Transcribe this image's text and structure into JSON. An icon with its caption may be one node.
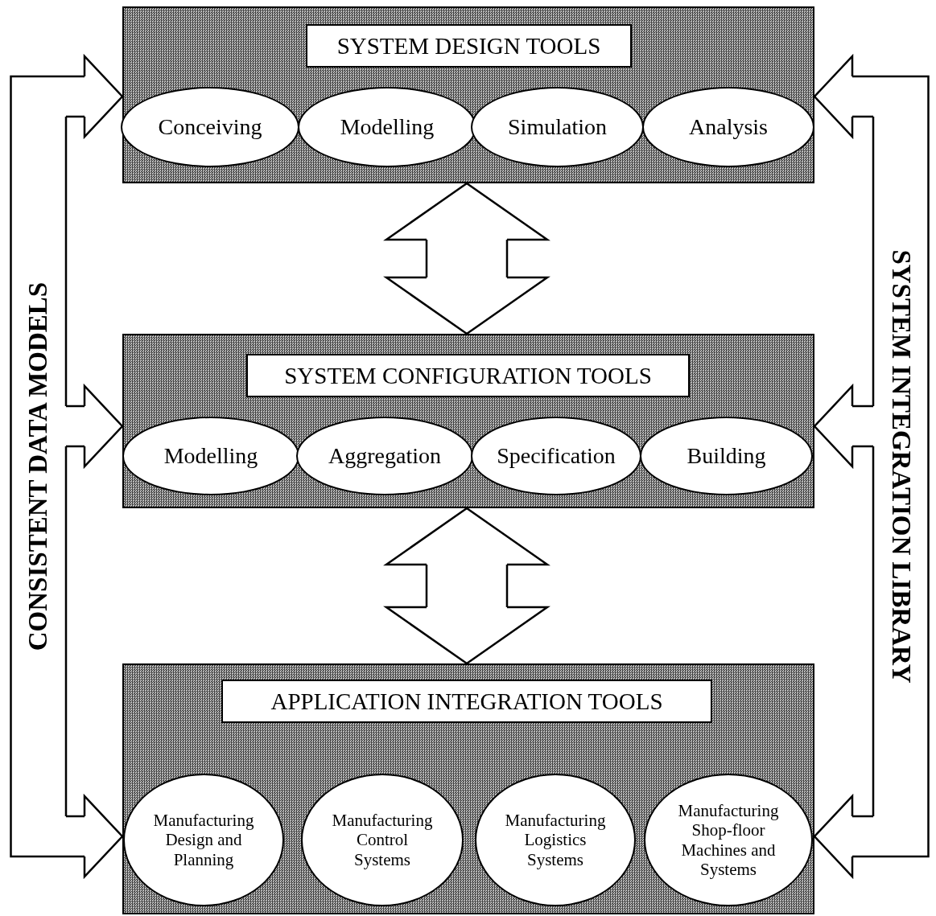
{
  "diagram": {
    "nodes": [
      {
        "text": [
          "SYSTEM DESIGN TOOLS"
        ]
      },
      {
        "text": [
          "Conceiving"
        ],
        "in": 0
      },
      {
        "text": [
          "Modelling"
        ],
        "in": 0
      },
      {
        "text": [
          "Simulation"
        ],
        "in": 0
      },
      {
        "text": [
          "Analysis"
        ],
        "in": 0
      },
      {
        "text": [
          "SYSTEM CONFIGURATION TOOLS"
        ]
      },
      {
        "text": [
          "Modelling"
        ],
        "in": 5
      },
      {
        "text": [
          "Aggregation"
        ],
        "in": 5
      },
      {
        "text": [
          "Specification"
        ],
        "in": 5
      },
      {
        "text": [
          "Building"
        ],
        "in": 5
      },
      {
        "text": [
          "APPLICATION INTEGRATION TOOLS"
        ]
      },
      {
        "text": [
          "Manufacturing Design and Planning"
        ],
        "in": 10
      },
      {
        "text": [
          "Manufacturing Control Systems"
        ],
        "in": 10
      },
      {
        "text": [
          "Manufacturing Logistics Systems"
        ],
        "in": 10
      },
      {
        "text": [
          "Manufacturing Shop-floor Machines and Systems"
        ],
        "in": 10
      },
      {
        "text": [
          "CONSISTENT DATA MODELS"
        ]
      },
      {
        "text": [
          "SYSTEM INTEGRATION LIBRARY"
        ]
      }
    ],
    "edges": [
      {
        "from": 0,
        "to": 5,
        "arrow": "both",
        "style": "thick"
      },
      {
        "from": 5,
        "to": 10,
        "arrow": "both",
        "style": "thick"
      },
      {
        "from": 15,
        "to": 0,
        "arrow": "to"
      },
      {
        "from": 15,
        "to": 5,
        "arrow": "to"
      },
      {
        "from": 15,
        "to": 10,
        "arrow": "to"
      },
      {
        "from": 16,
        "to": 0,
        "arrow": "to"
      },
      {
        "from": 16,
        "to": 5,
        "arrow": "to"
      },
      {
        "from": 16,
        "to": 10,
        "arrow": "to"
      }
    ]
  }
}
